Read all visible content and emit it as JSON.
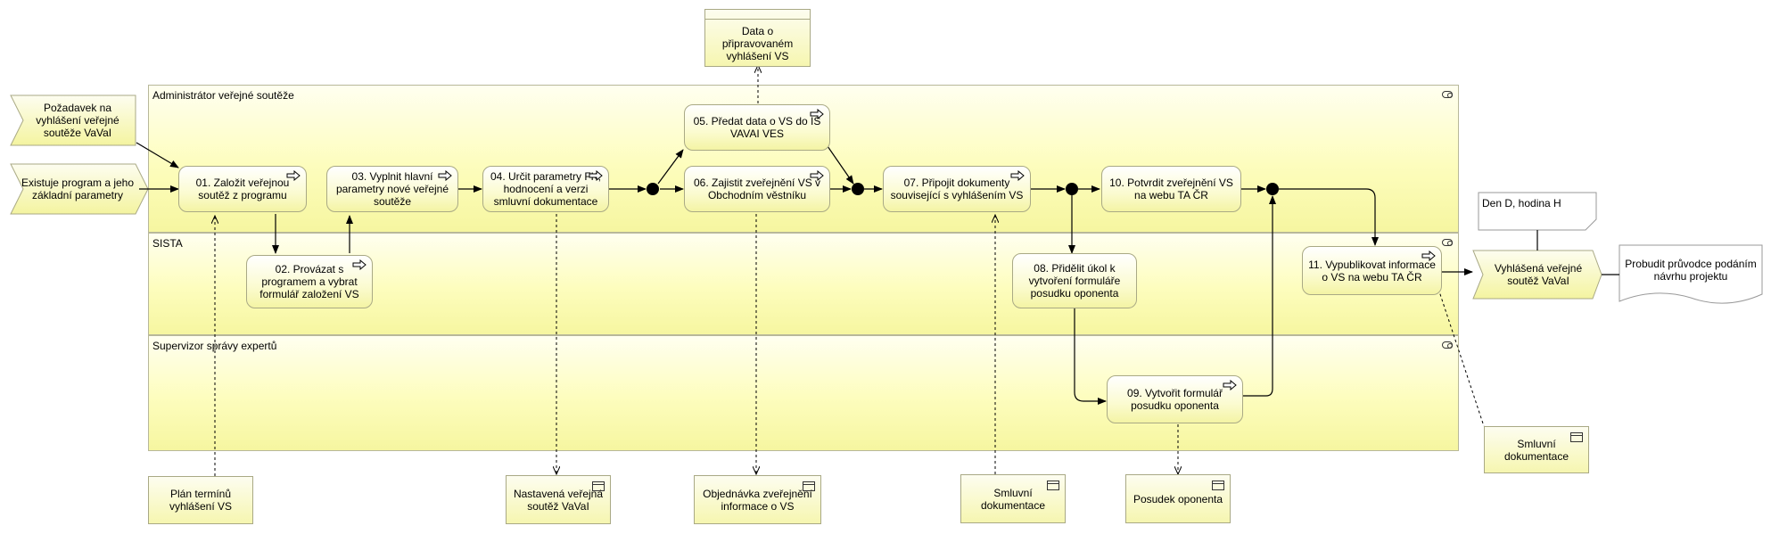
{
  "lanes": {
    "admin": "Administrátor veřejné soutěže",
    "sista": "SISTA",
    "supervisor": "Supervizor správy expertů"
  },
  "events": {
    "e1": "Požadavek na vyhlášení veřejné soutěže VaVaI",
    "e2": "Existuje program a jeho základní parametry",
    "e3": "Vyhlášená veřejné soutěž VaVaI"
  },
  "processes": {
    "p01": "01. Založit veřejnou soutěž z programu",
    "p02": "02. Provázat s programem a vybrat formulář založení VS",
    "p03": "03. Vyplnit hlavní parametry nové veřejné soutěže",
    "p04": "04. Určit parametry FK, hodnocení a verzi smluvní dokumentace",
    "p05": "05. Předat data o VS do IS VAVAI VES",
    "p06": "06. Zajistit zveřejnění VS v Obchodním věstníku",
    "p07": "07. Připojit dokumenty související s vyhlášením VS",
    "p08": "08. Přidělit úkol k vytvoření formuláře posudku oponenta",
    "p09": "09. Vytvořit formulář posudku oponenta",
    "p10": "10. Potvrdit zveřejnění VS na webu TA ČR",
    "p11": "11. Vypublikovat informace o VS na webu TA ČR"
  },
  "data_objects": {
    "d_top": "Data o připravovaném vyhlášení VS",
    "d_plan": "Plán termínů vyhlášení VS",
    "d_nast": "Nastavená veřejná soutěž VaVaI",
    "d_obj": "Objednávka zveřejnění informace o VS",
    "d_smlouva1": "Smluvní dokumentace",
    "d_posudek": "Posudek oponenta",
    "d_smlouva2": "Smluvní dokumentace"
  },
  "annotations": {
    "den": "Den D, hodina H",
    "probudit": "Probudit průvodce podáním návrhu projektu"
  }
}
